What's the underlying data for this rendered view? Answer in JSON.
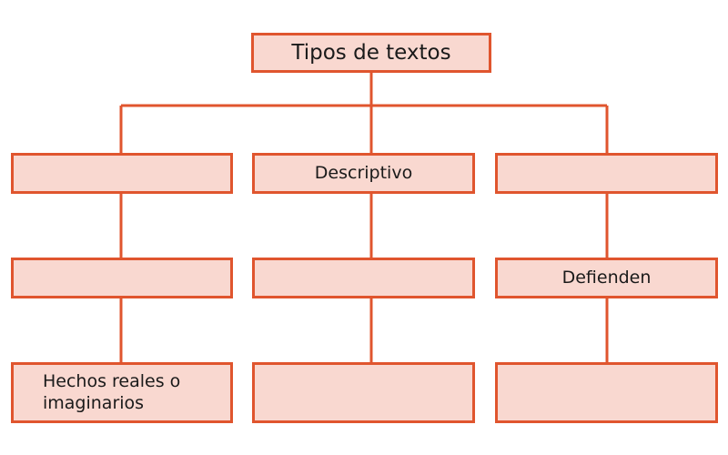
{
  "diagram": {
    "border_color": "#e0552e",
    "fill_color": "#f9d8d0",
    "root": {
      "label": "Tipos de textos"
    },
    "columns": [
      {
        "items": [
          {
            "label": ""
          },
          {
            "label": ""
          },
          {
            "label": "Hechos reales o\nimaginarios"
          }
        ]
      },
      {
        "items": [
          {
            "label": "Descriptivo"
          },
          {
            "label": ""
          },
          {
            "label": ""
          }
        ]
      },
      {
        "items": [
          {
            "label": ""
          },
          {
            "label": "Defienden"
          },
          {
            "label": ""
          }
        ]
      }
    ]
  }
}
